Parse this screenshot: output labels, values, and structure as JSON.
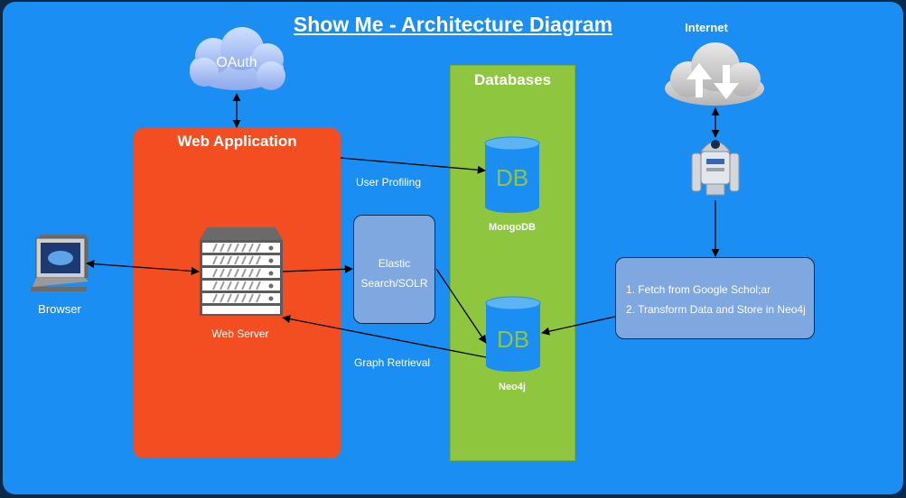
{
  "title": "Show Me - Architecture Diagram",
  "oauth": "OAuth",
  "web_application": {
    "title": "Web Application",
    "web_server": "Web Server"
  },
  "browser": "Browser",
  "databases": {
    "title": "Databases",
    "mongodb": "MongoDB",
    "neo4j": "Neo4j",
    "db_glyph": "DB"
  },
  "elastic": {
    "line1": "Elastic",
    "line2": "Search/SOLR"
  },
  "edges": {
    "user_profiling": "User Profiling",
    "graph_retrieval": "Graph Retrieval"
  },
  "internet": "Internet",
  "crawler": {
    "step1": "1. Fetch from Google Schol;ar",
    "step2": "2. Transform Data and Store in Neo4j"
  },
  "colors": {
    "background": "#0b2a4a",
    "canvas": "#1a8ef2",
    "web_app": "#f24e22",
    "databases": "#8ec63f",
    "box": "#7fa7e0"
  },
  "icons": [
    "cloud-icon",
    "server-rack-icon",
    "computer-icon",
    "database-icon",
    "upload-download-cloud-icon",
    "robot-icon"
  ]
}
